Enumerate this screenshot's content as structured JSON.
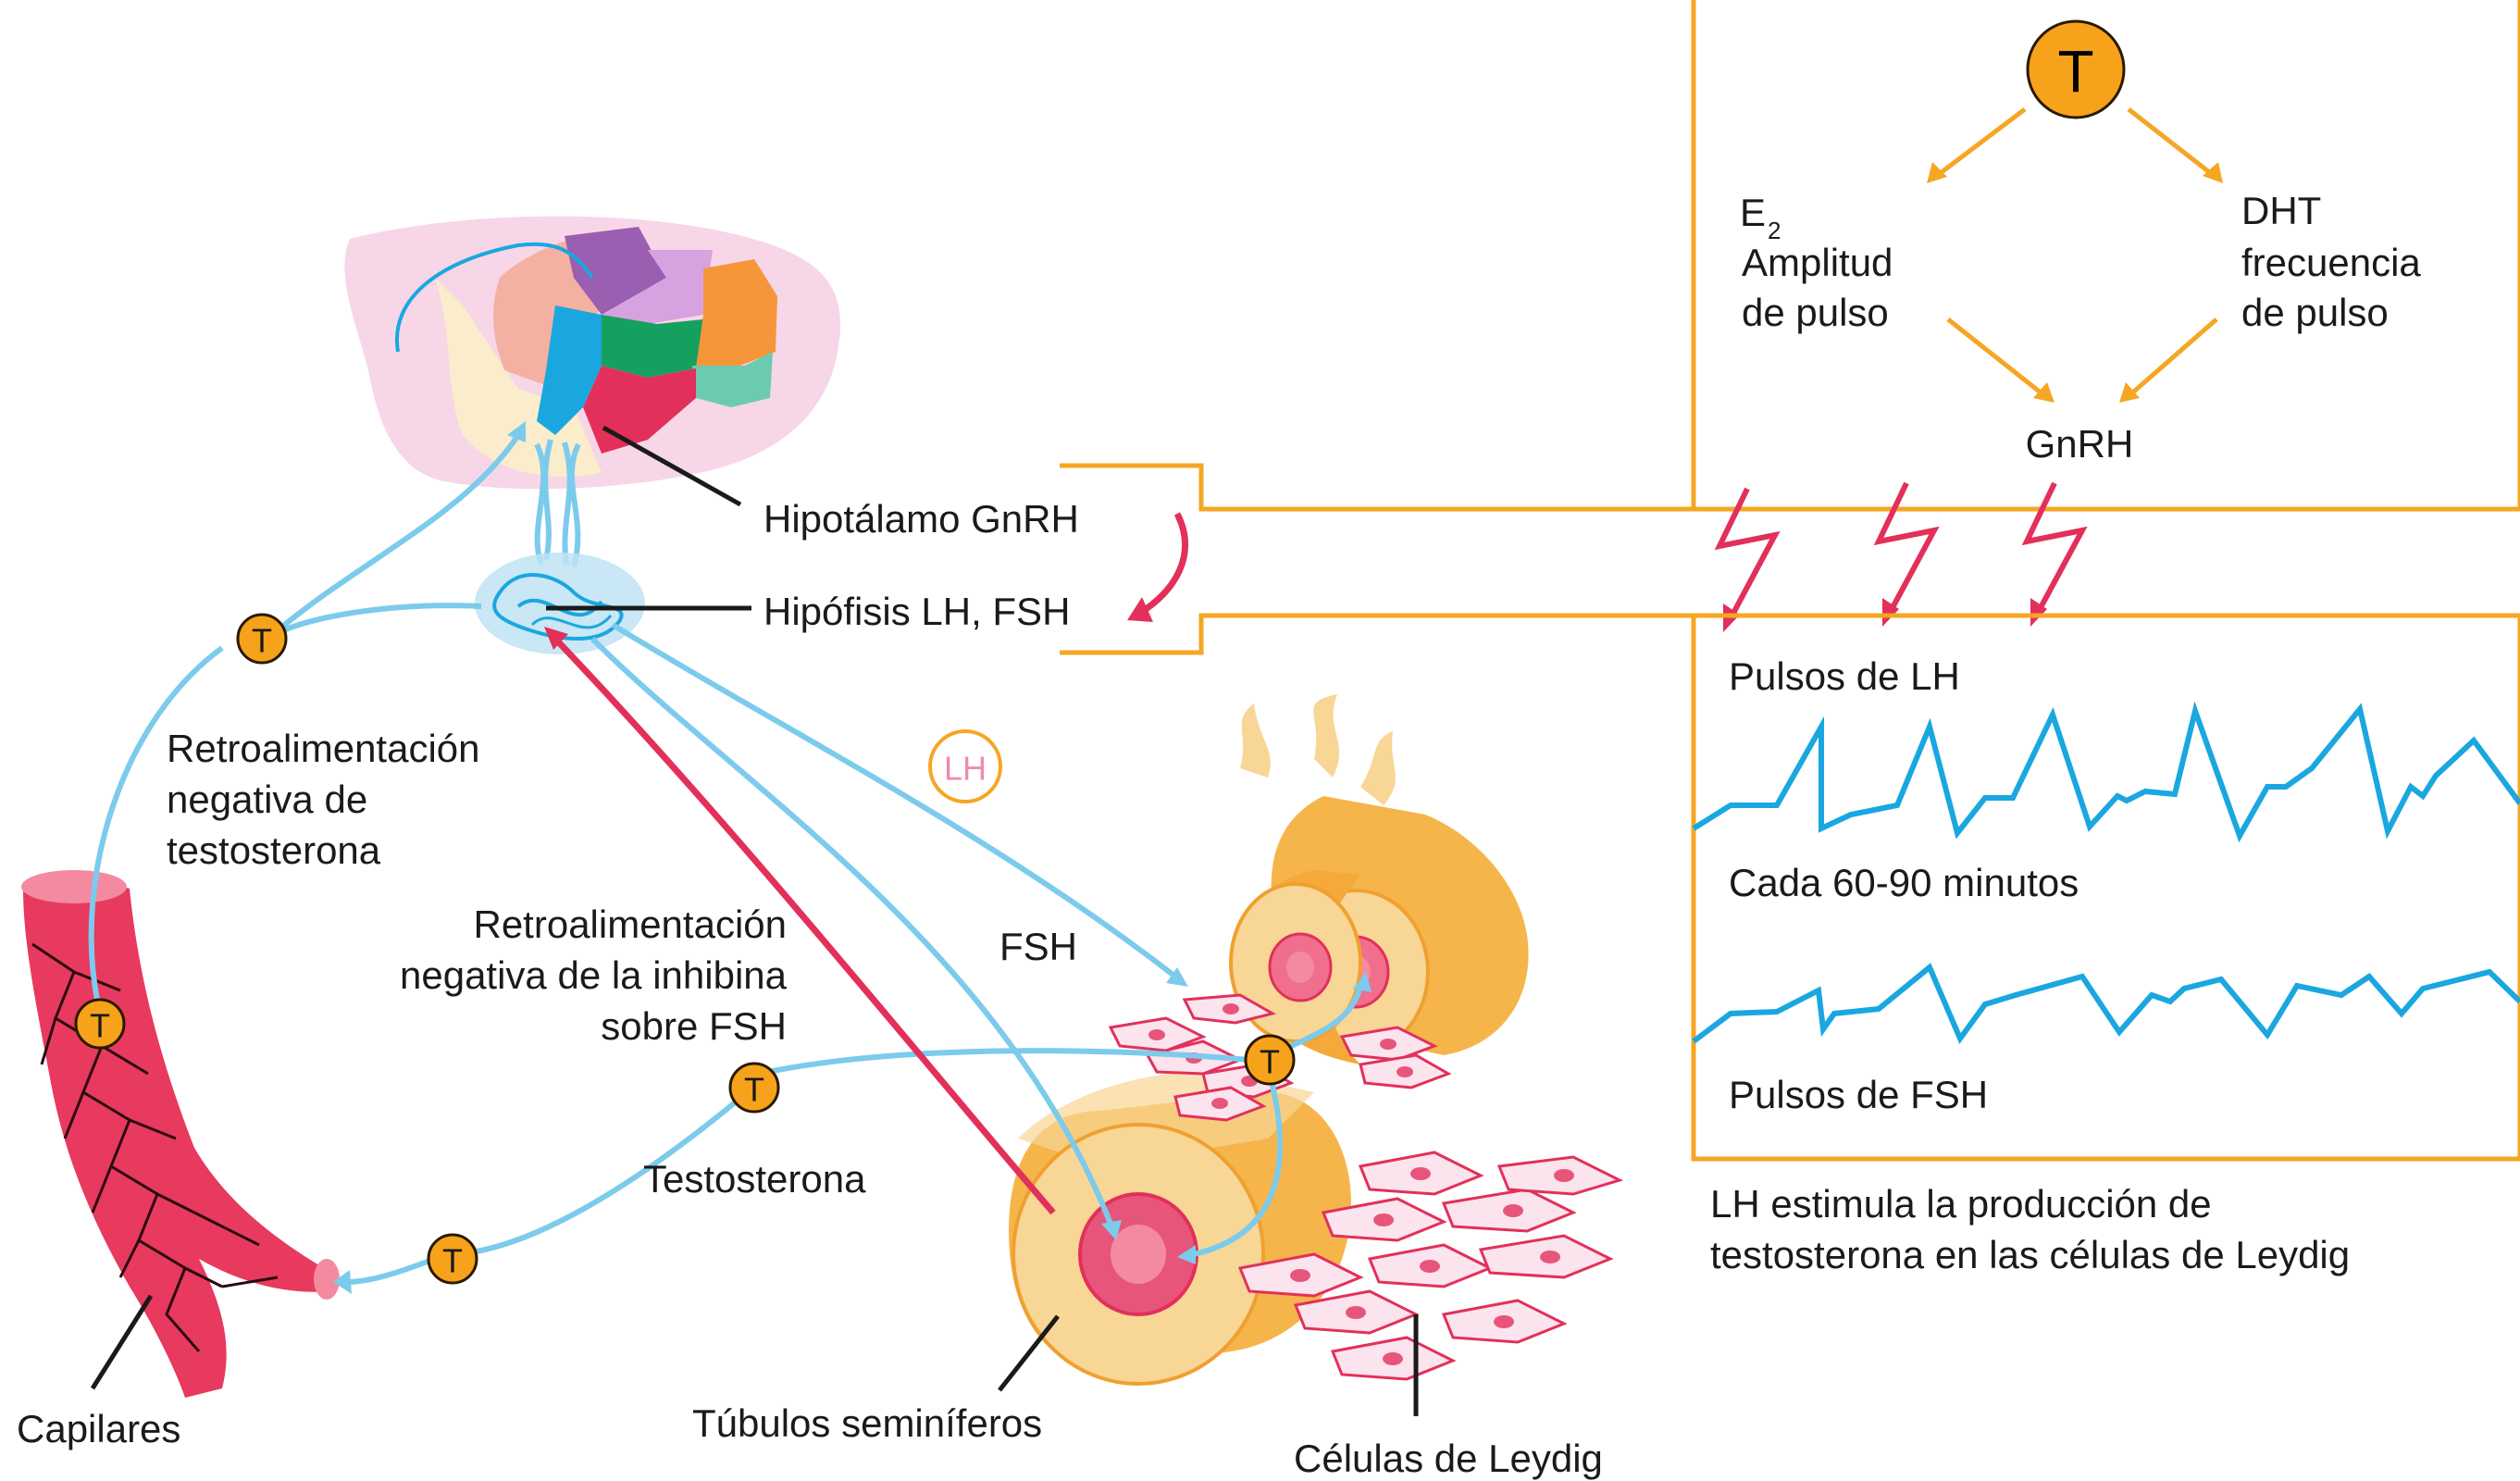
{
  "colors": {
    "orange": "#f5a623",
    "blue": "#1aa7e0",
    "light_blue": "#7ccbec",
    "red": "#e2305a",
    "pink": "#ef8ab0",
    "tan": "#f8d696"
  },
  "feedback_box": {
    "top_hormone": "T",
    "left_main": "E",
    "left_sub": "2",
    "left_line2": "Amplitud",
    "left_line3": "de pulso",
    "right_line1": "DHT",
    "right_line2": "frecuencia",
    "right_line3": "de pulso",
    "bottom": "GnRH"
  },
  "pulse_box": {
    "lh_title": "Pulsos de LH",
    "interval": "Cada 60-90 minutos",
    "fsh_title": "Pulsos de FSH",
    "caption_line1": "LH estimula la producción de",
    "caption_line2": "testosterona en las células de Leydig"
  },
  "labels": {
    "hypothalamus": "Hipotálamo GnRH",
    "pituitary": "Hipófisis LH, FSH",
    "testo_feedback_1": "Retroalimentación",
    "testo_feedback_2": "negativa de",
    "testo_feedback_3": "testosterona",
    "inhibin_feedback_1": "Retroalimentación",
    "inhibin_feedback_2": "negativa de la inhibina",
    "inhibin_feedback_3": "sobre FSH",
    "lh": "LH",
    "fsh": "FSH",
    "testosterone": "Testosterona",
    "capillaries": "Capilares",
    "seminiferous": "Túbulos seminíferos",
    "leydig": "Células de Leydig"
  },
  "markers": {
    "t": "T"
  }
}
